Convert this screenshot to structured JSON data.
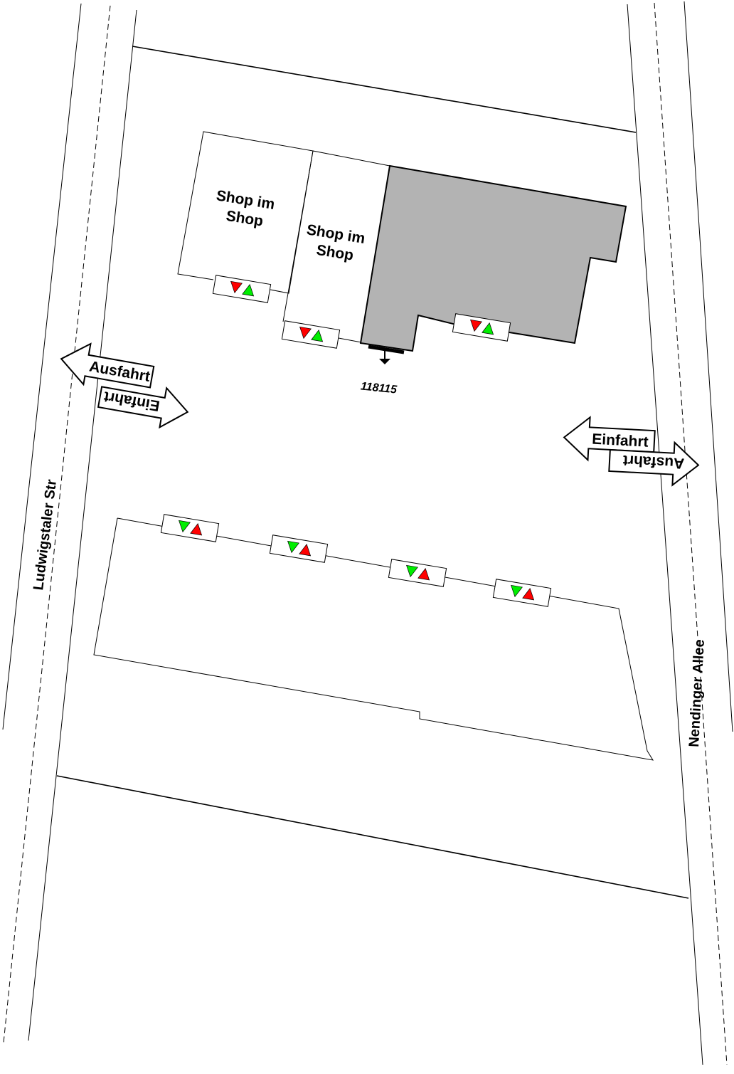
{
  "streets": {
    "left": "Ludwigstaler Str",
    "right": "Nendinger Allee"
  },
  "shops": [
    "Shop im\nShop",
    "Shop im\nShop"
  ],
  "shop_lines": [
    [
      "Shop im",
      "Shop"
    ],
    [
      "Shop im",
      "Shop"
    ]
  ],
  "station_id": "118115",
  "entrances": {
    "left": {
      "exit": "Ausfahrt",
      "entry": "Einfahrt"
    },
    "right": {
      "entry": "Einfahrt",
      "exit": "Ausfahrt"
    }
  },
  "colors": {
    "building": "#b3b3b3",
    "red": "#ff0000",
    "green": "#00ee00"
  }
}
